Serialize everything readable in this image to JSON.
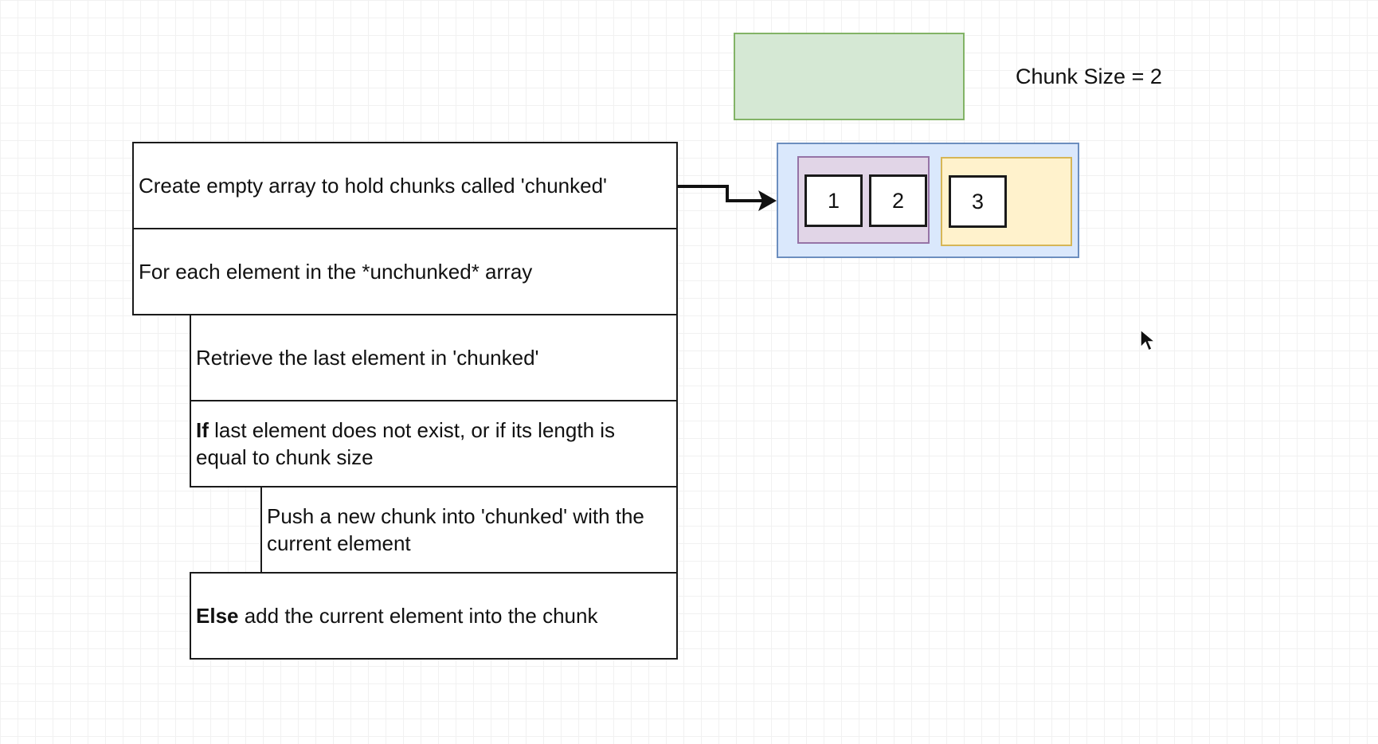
{
  "steps": {
    "create": "Create empty array to hold chunks called 'chunked'",
    "for_each": "For each element in the *unchunked* array",
    "retrieve": "Retrieve the last element in 'chunked'",
    "if_keyword": "If",
    "if_text": " last element does not exist, or if its length is equal to chunk size",
    "push": "Push a new chunk into 'chunked' with the current element",
    "else_keyword": "Else",
    "else_text": " add the current element into the chunk"
  },
  "chunk_size_label": "Chunk Size = 2",
  "chunked": {
    "chunks": [
      {
        "elements": [
          "1",
          "2"
        ]
      },
      {
        "elements": [
          "3"
        ]
      }
    ]
  },
  "colors": {
    "green_fill": "#d5e8d4",
    "green_border": "#82b366",
    "blue_fill": "#dae8fc",
    "blue_border": "#6c8ebf",
    "purple_fill": "#e1d5e7",
    "purple_border": "#9673a6",
    "yellow_fill": "#fff2cc",
    "yellow_border": "#d6b656"
  },
  "icons": {
    "cursor": "mouse-pointer-icon"
  }
}
